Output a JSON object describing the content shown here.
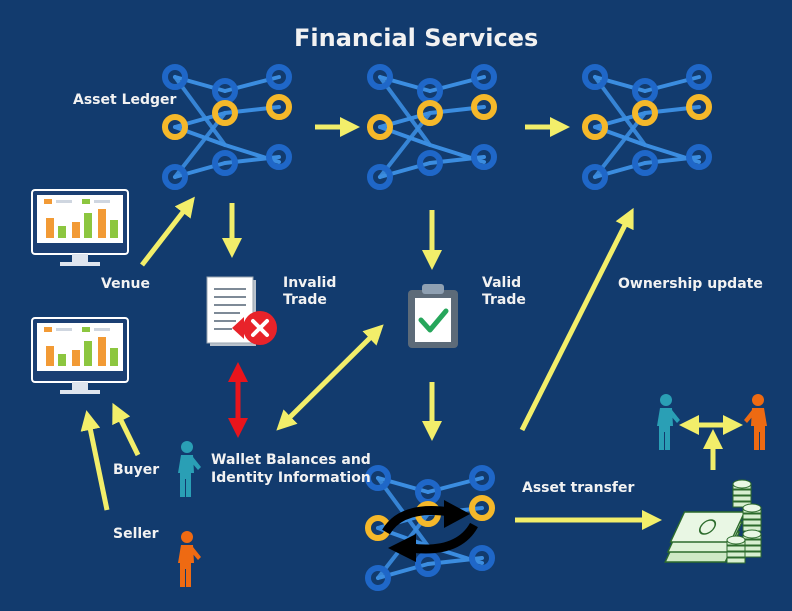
{
  "title": "Financial Services",
  "labels": {
    "asset_ledger": "Asset Ledger",
    "venue": "Venue",
    "invalid_trade": "Invalid Trade",
    "valid_trade": "Valid Trade",
    "ownership_update": "Ownership update",
    "buyer": "Buyer",
    "seller": "Seller",
    "wallet_line1": "Wallet Balances and",
    "wallet_line2": "Identity Information",
    "asset_transfer": "Asset transfer"
  },
  "colors": {
    "background": "#123b6e",
    "ledger_node_blue": "#1f67c8",
    "ledger_node_gold": "#f5b82a",
    "ledger_link": "#3b8de0",
    "arrow_yellow": "#f2ee6a",
    "arrow_red": "#e8141c",
    "buyer": "#2a9fb5",
    "seller": "#ee6a12",
    "check_green": "#26a65b",
    "reject_red": "#e8232a"
  },
  "icons": {
    "monitor": "monitor-chart-icon",
    "invalid": "rejected-document-icon",
    "valid": "clipboard-check-icon",
    "person": "person-icon",
    "money": "money-stack-icon",
    "exchange": "exchange-arrows-icon"
  }
}
